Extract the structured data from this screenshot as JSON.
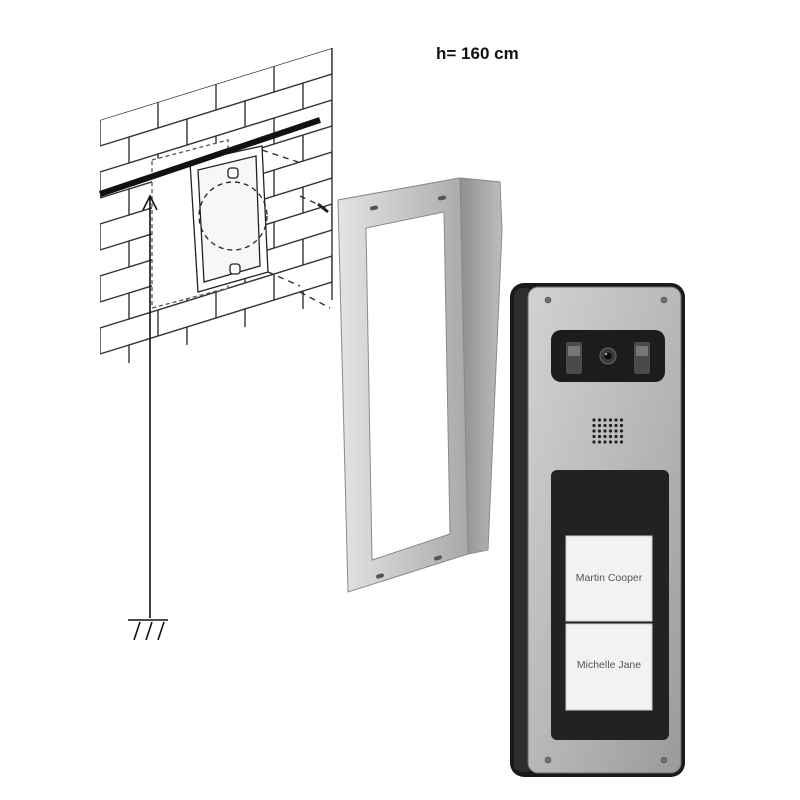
{
  "height_label": "h= 160 cm",
  "nameplates": [
    {
      "label": "Martin Cooper"
    },
    {
      "label": "Michelle  Jane"
    }
  ],
  "colors": {
    "ink": "#111111",
    "brick_line": "#333333",
    "steel": "#c9c9c9",
    "panel_body": "#1a1a1a",
    "panel_face": "#b5b5b5",
    "display": "#222222",
    "nameplate": "#f2f2f2"
  },
  "icons": [
    "ground-symbol-icon",
    "camera-icon",
    "speaker-grille-icon",
    "screw-icon"
  ]
}
